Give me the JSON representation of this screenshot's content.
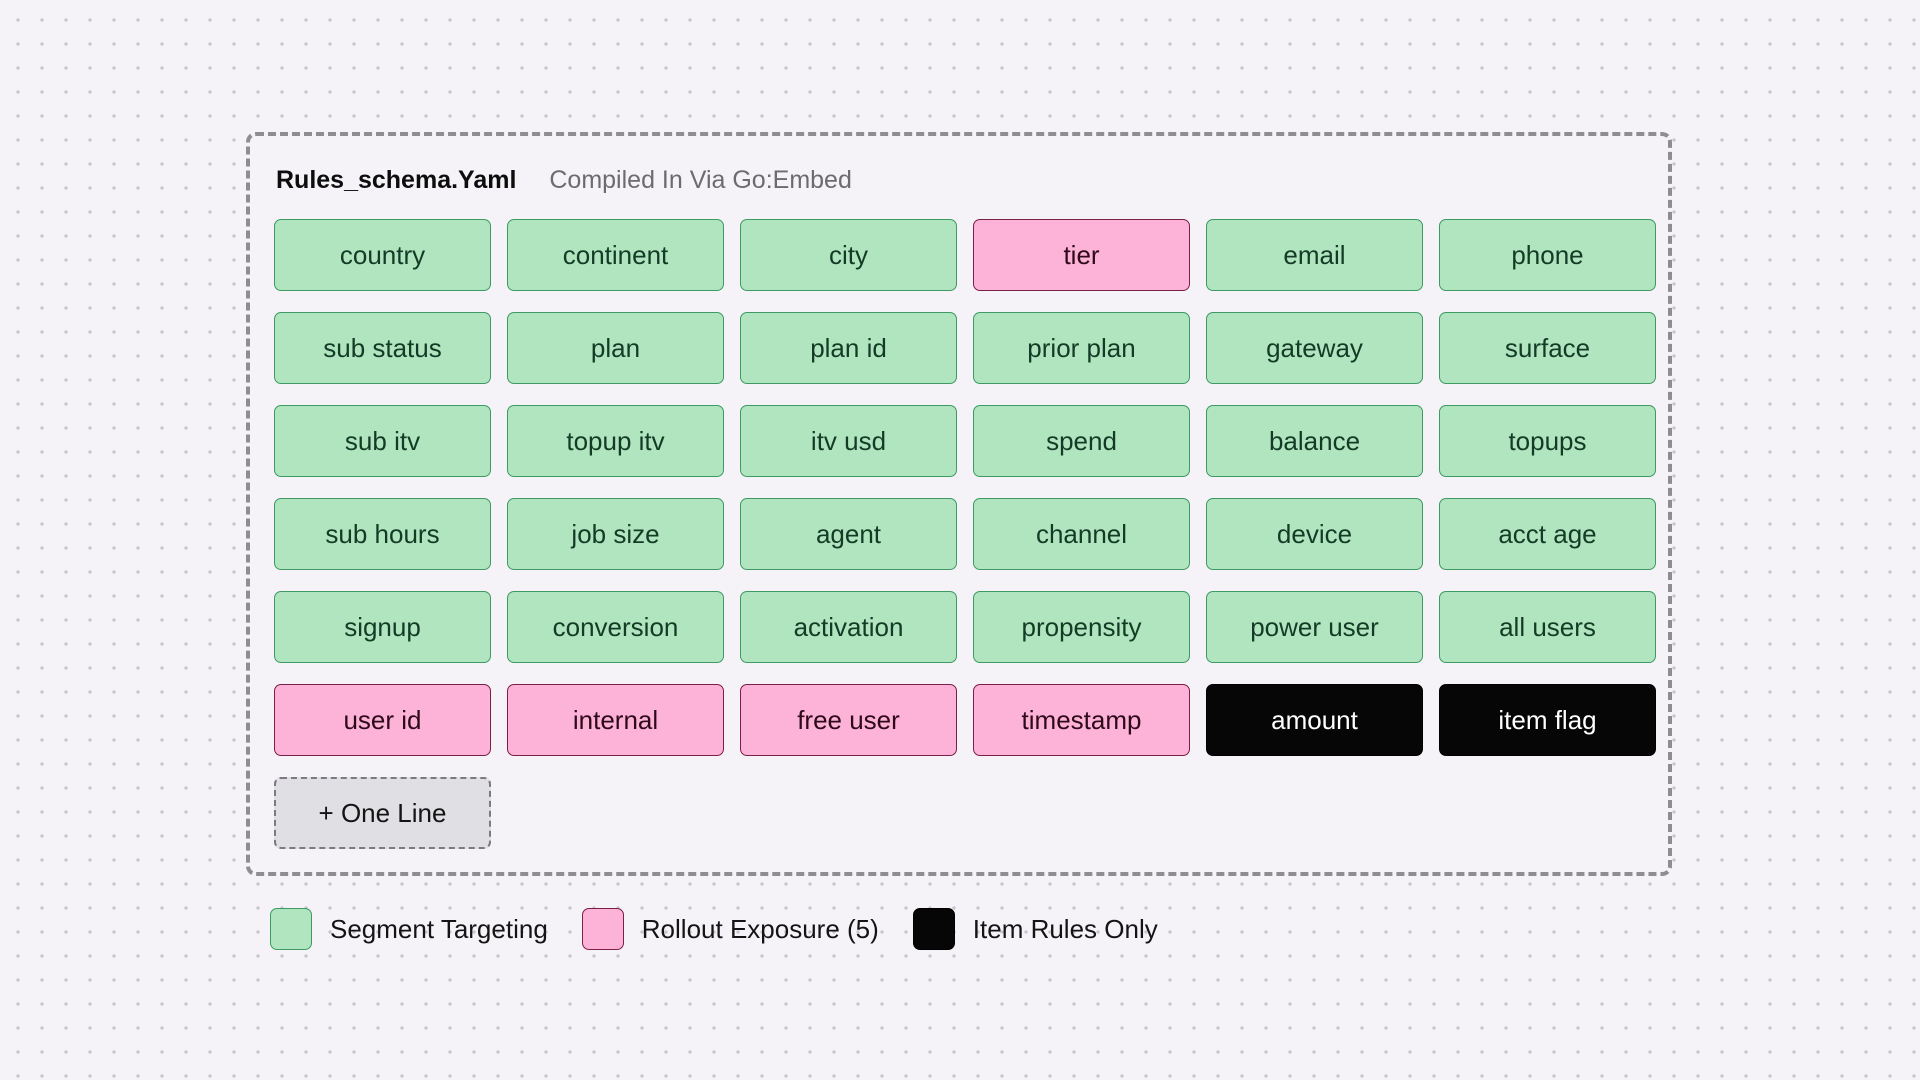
{
  "header": {
    "file_name": "Rules_schema.Yaml",
    "subtitle": "Compiled In Via Go:Embed"
  },
  "colors": {
    "segment": "#b0e5bf",
    "rollout": "#fdb2d8",
    "item": "#060606",
    "background": "#f5f3f7"
  },
  "chips": [
    {
      "label": "country",
      "kind": "segment"
    },
    {
      "label": "continent",
      "kind": "segment"
    },
    {
      "label": "city",
      "kind": "segment"
    },
    {
      "label": "tier",
      "kind": "rollout"
    },
    {
      "label": "email",
      "kind": "segment"
    },
    {
      "label": "phone",
      "kind": "segment"
    },
    {
      "label": "sub status",
      "kind": "segment"
    },
    {
      "label": "plan",
      "kind": "segment"
    },
    {
      "label": "plan id",
      "kind": "segment"
    },
    {
      "label": "prior plan",
      "kind": "segment"
    },
    {
      "label": "gateway",
      "kind": "segment"
    },
    {
      "label": "surface",
      "kind": "segment"
    },
    {
      "label": "sub itv",
      "kind": "segment"
    },
    {
      "label": "topup itv",
      "kind": "segment"
    },
    {
      "label": "itv usd",
      "kind": "segment"
    },
    {
      "label": "spend",
      "kind": "segment"
    },
    {
      "label": "balance",
      "kind": "segment"
    },
    {
      "label": "topups",
      "kind": "segment"
    },
    {
      "label": "sub hours",
      "kind": "segment"
    },
    {
      "label": "job size",
      "kind": "segment"
    },
    {
      "label": "agent",
      "kind": "segment"
    },
    {
      "label": "channel",
      "kind": "segment"
    },
    {
      "label": "device",
      "kind": "segment"
    },
    {
      "label": "acct age",
      "kind": "segment"
    },
    {
      "label": "signup",
      "kind": "segment"
    },
    {
      "label": "conversion",
      "kind": "segment"
    },
    {
      "label": "activation",
      "kind": "segment"
    },
    {
      "label": "propensity",
      "kind": "segment"
    },
    {
      "label": "power user",
      "kind": "segment"
    },
    {
      "label": "all users",
      "kind": "segment"
    },
    {
      "label": "user id",
      "kind": "rollout"
    },
    {
      "label": "internal",
      "kind": "rollout"
    },
    {
      "label": "free user",
      "kind": "rollout"
    },
    {
      "label": "timestamp",
      "kind": "rollout"
    },
    {
      "label": "amount",
      "kind": "item"
    },
    {
      "label": "item flag",
      "kind": "item"
    }
  ],
  "add_button": {
    "label": "+ One Line"
  },
  "legend": [
    {
      "label": "Segment Targeting",
      "kind": "segment"
    },
    {
      "label": "Rollout Exposure (5)",
      "kind": "rollout"
    },
    {
      "label": "Item Rules Only",
      "kind": "item"
    }
  ]
}
